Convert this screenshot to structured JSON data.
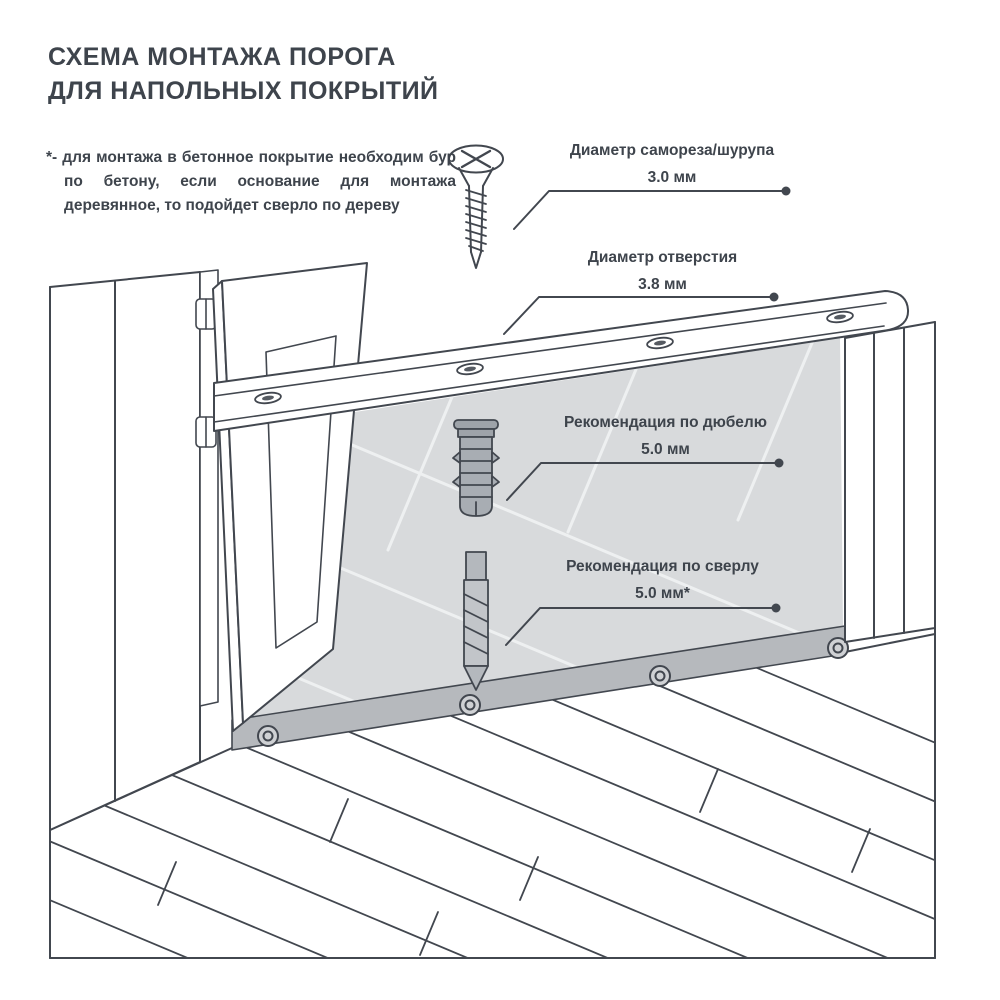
{
  "title": {
    "line1": "СХЕМА МОНТАЖА ПОРОГА",
    "line2": "ДЛЯ НАПОЛЬНЫХ ПОКРЫТИЙ"
  },
  "note": "*- для монтажа в бетонное покрытие необходим бур по бетону, если основание для монтажа деревянное, то подойдет сверло по дереву",
  "callouts": [
    {
      "id": "screw-diameter",
      "label": "Диаметр самореза/шурупа",
      "value": "3.0 мм"
    },
    {
      "id": "hole-diameter",
      "label": "Диаметр отверстия",
      "value": "3.8 мм"
    },
    {
      "id": "dowel-size",
      "label": "Рекомендация по дюбелю",
      "value": "5.0 мм"
    },
    {
      "id": "drill-size",
      "label": "Рекомендация по сверлу",
      "value": "5.0 мм*"
    }
  ],
  "icons": [
    "screw-icon",
    "dowel-icon",
    "drill-bit-icon"
  ],
  "colors": {
    "ink": "#42474F",
    "text": "#3E444C",
    "underlay": "#D8DADC",
    "floor_band": "#B6B9BD",
    "metal_gray": "#A8ADB3",
    "grout_white": "#EEF0F1"
  }
}
